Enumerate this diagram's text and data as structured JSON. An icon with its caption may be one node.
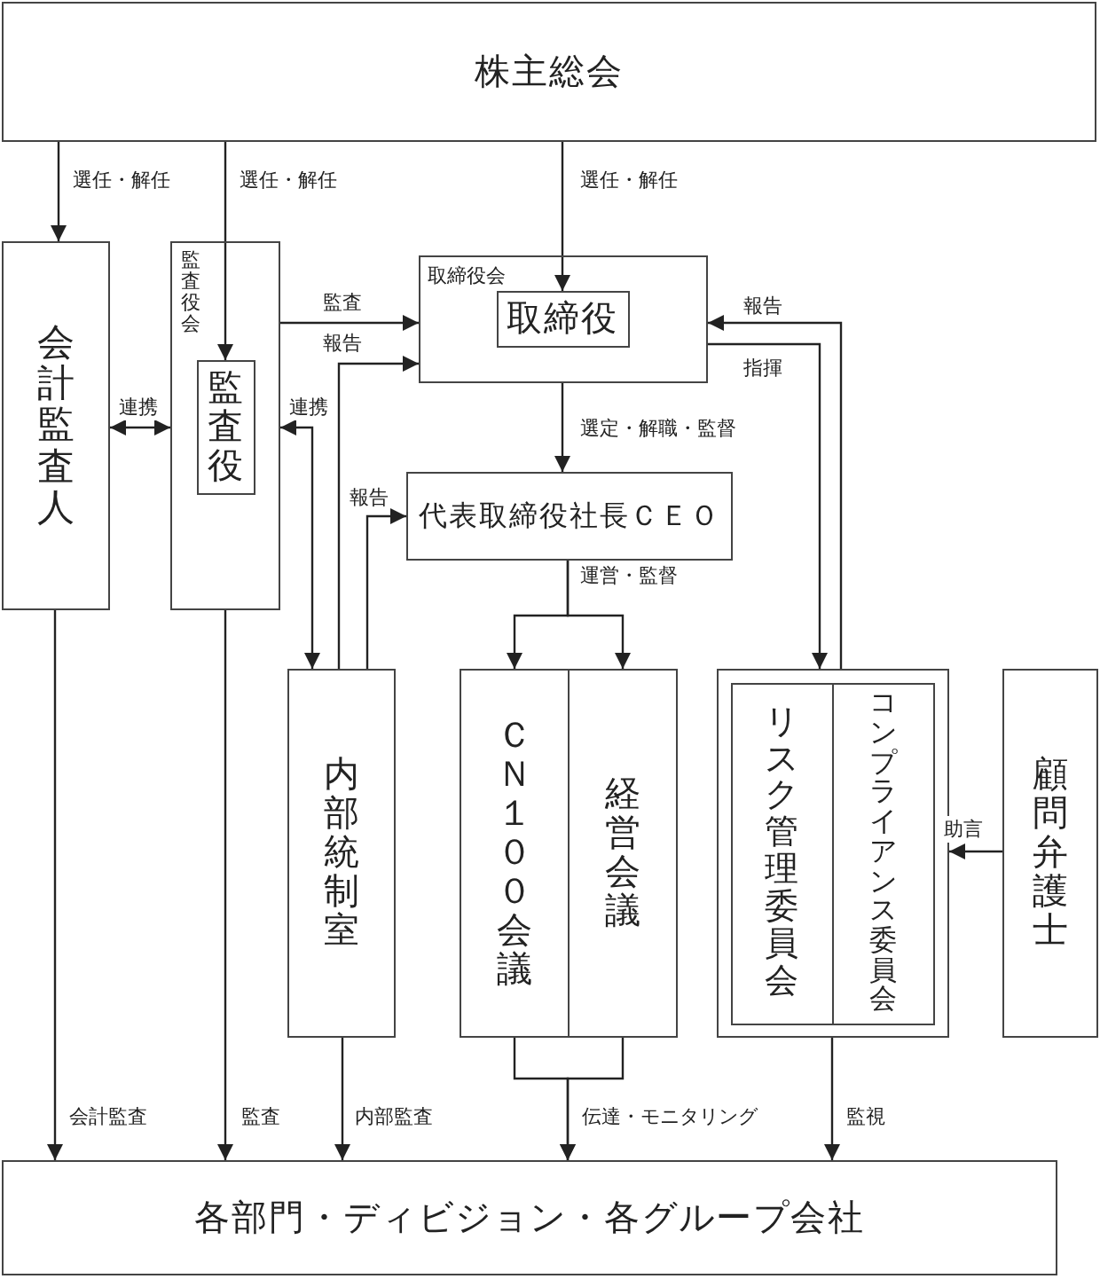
{
  "diagram": {
    "nodes": [
      {
        "text": [
          "株主総会"
        ]
      },
      {
        "text": [
          "会計監査人"
        ]
      },
      {
        "text": [
          "監査役会"
        ]
      },
      {
        "text": [
          "監査役"
        ],
        "in": 2
      },
      {
        "text": [
          "取締役会"
        ]
      },
      {
        "text": [
          "取締役"
        ],
        "in": 4
      },
      {
        "text": [
          "代表取締役社長ＣＥＯ"
        ]
      },
      {
        "text": [
          "内部統制室"
        ]
      },
      {
        "text": [
          "ＣＮ１００会議"
        ]
      },
      {
        "text": [
          "経営会議"
        ]
      },
      {
        "text": [],
        "shape": "box"
      },
      {
        "text": [
          "リスク管理委員会"
        ],
        "in": 10
      },
      {
        "text": [
          "コンプライアンス委員会"
        ],
        "in": 10
      },
      {
        "text": [
          "顧問弁護士"
        ]
      },
      {
        "text": [
          "各部門・ディビジョン・各グループ会社"
        ]
      }
    ],
    "edges": [
      {
        "from": 0,
        "to": 1,
        "arrow": "to",
        "label": "選任・解任"
      },
      {
        "from": 0,
        "to": 3,
        "arrow": "to",
        "label": "選任・解任"
      },
      {
        "from": 0,
        "to": 5,
        "arrow": "to",
        "label": "選任・解任"
      },
      {
        "from": 1,
        "to": 2,
        "arrow": "both",
        "label": "連携"
      },
      {
        "from": 2,
        "to": 4,
        "arrow": "to",
        "label": "監査"
      },
      {
        "from": 7,
        "to": 4,
        "arrow": "to",
        "label": "報告"
      },
      {
        "from": 2,
        "to": 7,
        "arrow": "both",
        "label": "連携"
      },
      {
        "from": 7,
        "to": 6,
        "arrow": "to",
        "label": "報告"
      },
      {
        "from": 4,
        "to": 6,
        "arrow": "to",
        "label": "選定・解職・監督"
      },
      {
        "from": 6,
        "to": 8,
        "arrow": "to",
        "label": "運営・監督"
      },
      {
        "from": 6,
        "to": 9,
        "arrow": "to"
      },
      {
        "from": 10,
        "to": 4,
        "arrow": "to",
        "label": "報告"
      },
      {
        "from": 4,
        "to": 10,
        "arrow": "to",
        "label": "指揮"
      },
      {
        "from": 13,
        "to": 10,
        "arrow": "to",
        "label": "助言"
      },
      {
        "from": 1,
        "to": 14,
        "arrow": "to",
        "label": "会計監査"
      },
      {
        "from": 2,
        "to": 14,
        "arrow": "to",
        "label": "監査"
      },
      {
        "from": 7,
        "to": 14,
        "arrow": "to",
        "label": "内部監査"
      },
      {
        "from": 8,
        "to": 14,
        "arrow": "to",
        "label": "伝達・モニタリング"
      },
      {
        "from": 9,
        "to": 14,
        "arrow": "to"
      },
      {
        "from": 10,
        "to": 14,
        "arrow": "to",
        "label": "監視"
      }
    ]
  }
}
